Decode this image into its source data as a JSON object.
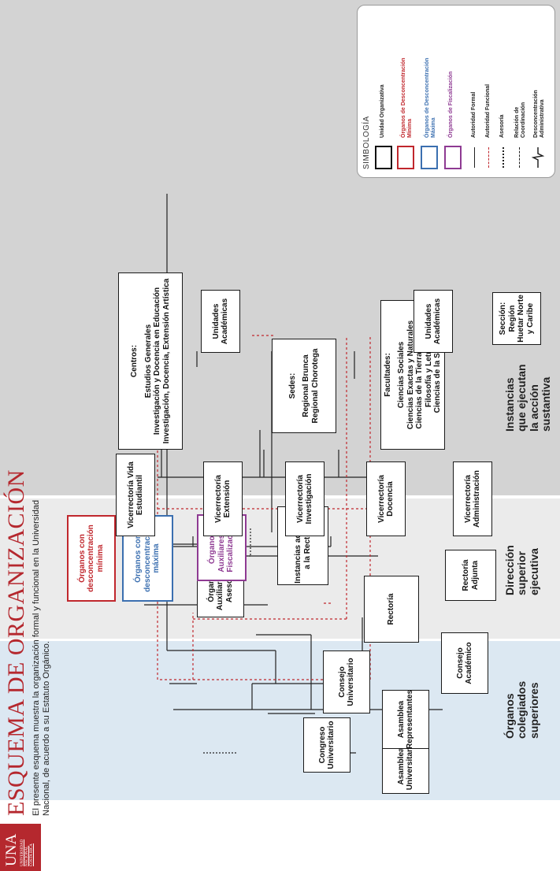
{
  "header": {
    "logo_text": "UNA",
    "logo_sub": "UNIVERSIDAD NACIONAL COSTA RICA",
    "title": "ESQUEMA DE ORGANIZACIÓN",
    "subtitle": "El presente esquema muestra la organización formal y funcional en la Universidad Nacional, de acuerdo a su Estatuto Orgánico."
  },
  "sections": [
    {
      "label_lines": [
        "Órganos",
        "colegiados",
        "superiores"
      ],
      "color": "#dce8f2"
    },
    {
      "label_lines": [
        "Dirección",
        "superior",
        "ejecutiva"
      ],
      "color": "#ebebeb"
    },
    {
      "label_lines": [
        "Instancias",
        "que ejecutan",
        "la acción",
        "sustantiva"
      ],
      "color": "#d3d3d3"
    }
  ],
  "legend": {
    "title": "SIMBOLOGÍA",
    "items": [
      {
        "label": "Unidad Organizativa",
        "color": "#111111"
      },
      {
        "label": "Órganos de Desconcentración Mínima",
        "color": "#c0272d"
      },
      {
        "label": "Órganos de Desconcentración Máxima",
        "color": "#3b6fb0"
      },
      {
        "label": "Órganos de Fiscalización",
        "color": "#8e3a92"
      },
      {
        "label": "Autoridad Formal"
      },
      {
        "label": "Autoridad Funcional"
      },
      {
        "label": "Asesoría"
      },
      {
        "label": "Relación de Coordinación"
      },
      {
        "label": "Desconcentración Administrativa"
      }
    ]
  },
  "boxes": {
    "asamblea_universitaria": "Asamblea Universitaria",
    "congreso_universitario": "Congreso Universitario",
    "asamblea_representantes": "Asamblea Representantes",
    "consejo_universitario": "Consejo Universitario",
    "consejo_academico": "Consejo Académico",
    "rectoria": "Rectoría",
    "rectoria_adjunta": "Rectoría Adjunta",
    "instancias_adscritas": "Instancias adscritas a la Rectoría",
    "organos_auxiliares_asesoria": "Órganos Auxiliares de Asesoría",
    "organos_auxiliares_fiscalizacion": "Órganos Auxiliares de Fiscalización",
    "organos_desc_maxima": "Órganos con desconcentración máxima",
    "organos_desc_minima": "Órganos con desconcentración mínima",
    "vic_administracion": "Vicerrectoría Administración",
    "vic_docencia": "Vicerrectoría Docencia",
    "vic_investigacion": "Vicerrectoría Investigación",
    "vic_extension": "Vicerrectoría Extensión",
    "vic_vida_estudiantil": "Vicerrectoría Vida Estudiantil",
    "seccion": "Sección: Región Huetar Norte y Caribe",
    "facultades_title": "Facultades:",
    "facultades_items": "Ciencias Sociales\nCiencias Exactas y Naturales\nCiencias de la Tierra y el Mar\nFilosofía y Letras\nCiencias de la Salud",
    "sedes_title": "Sedes:",
    "sedes_items": "Regional Brunca\nRegional Chorotega",
    "centros_title": "Centros:",
    "centros_items": "Estudios Generales\nInvestigación y Docencia en Educación\nInvestigación, Docencia, Extensión Artística",
    "unidades_academicas_1": "Unidades Académicas",
    "unidades_academicas_2": "Unidades Académicas"
  }
}
